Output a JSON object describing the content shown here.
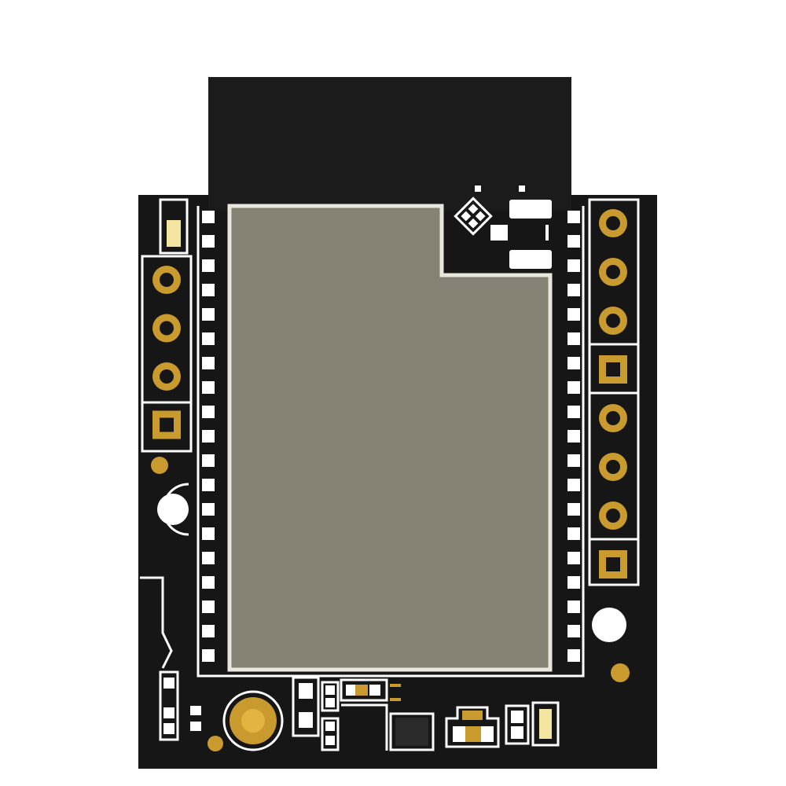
{
  "colors": {
    "background": "#ffffff",
    "board": "#161616",
    "antenna": "#1b1b1c",
    "shield": "#858273",
    "shield_outline": "#e8e7dc",
    "gold": "#c99a2e",
    "silkscreen": "#ffffff",
    "chip": "#2a2a2a"
  },
  "left_header_pins": [
    {
      "shape": "round"
    },
    {
      "shape": "round"
    },
    {
      "shape": "round"
    },
    {
      "shape": "square"
    }
  ],
  "right_header_pins": [
    {
      "shape": "round"
    },
    {
      "shape": "round"
    },
    {
      "shape": "round"
    },
    {
      "shape": "square"
    },
    {
      "shape": "round"
    },
    {
      "shape": "round"
    },
    {
      "shape": "round"
    },
    {
      "shape": "square"
    }
  ],
  "castellated_pads_per_side": 19
}
